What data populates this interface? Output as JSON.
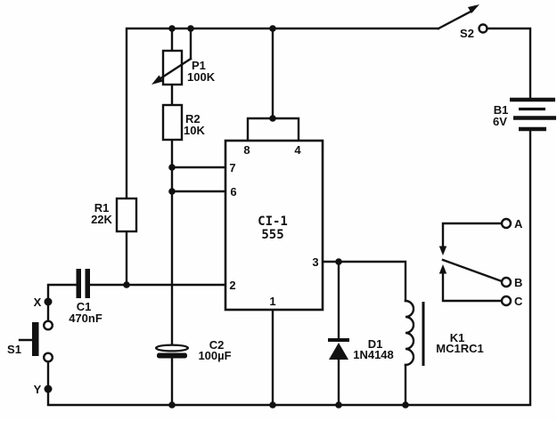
{
  "figure": {
    "description": "Scanned schematic of a 555 timer delay circuit driving a relay"
  },
  "colors": {
    "ink": "#111111",
    "paper": "#fefefe"
  },
  "components": {
    "p1": {
      "ref": "P1",
      "value": "100K"
    },
    "r2": {
      "ref": "R2",
      "value": "10K"
    },
    "r1": {
      "ref": "R1",
      "value": "22K"
    },
    "c1": {
      "ref": "C1",
      "value": "470nF"
    },
    "c2": {
      "ref": "C2",
      "value": "100µF"
    },
    "d1": {
      "ref": "D1",
      "value": "1N4148"
    },
    "k1": {
      "ref": "K1",
      "value": "MC1RC1"
    },
    "b1": {
      "ref": "B1",
      "value": "6V"
    },
    "s1": {
      "ref": "S1"
    },
    "s2": {
      "ref": "S2"
    },
    "ic": {
      "ref": "CI-1",
      "value": "555"
    }
  },
  "ic_pins": {
    "pin1": "1",
    "pin2": "2",
    "pin3": "3",
    "pin4": "4",
    "pin6": "6",
    "pin7": "7",
    "pin8": "8"
  },
  "terminals": {
    "x": "X",
    "y": "Y",
    "a": "A",
    "b": "B",
    "c": "C"
  }
}
